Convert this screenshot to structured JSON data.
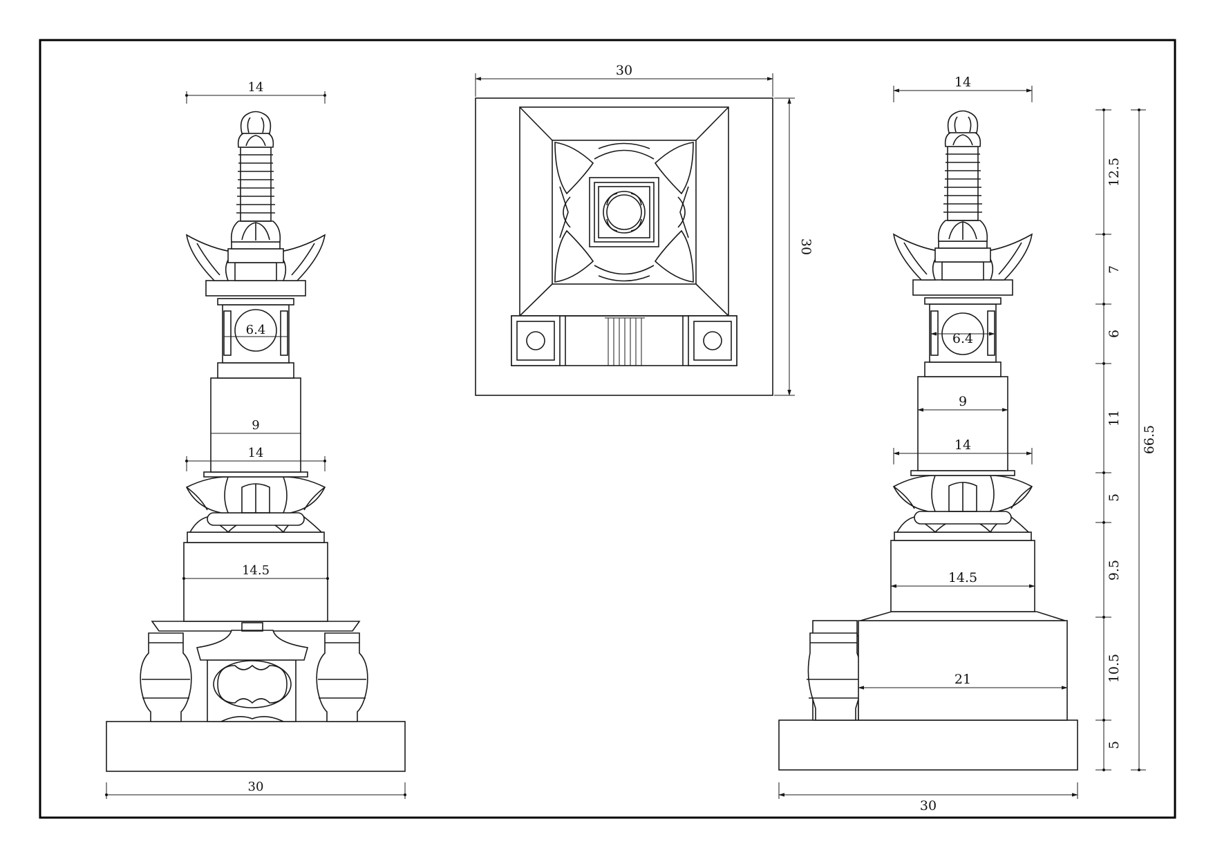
{
  "drawing": {
    "views": {
      "left_elevation": {
        "top_width": "14",
        "body_circle": "6.4",
        "column_width": "9",
        "lotus_width": "14",
        "plinth_width": "14.5",
        "base_width": "30"
      },
      "plan": {
        "top_width": "30",
        "side_height": "30"
      },
      "right_elevation": {
        "top_width": "14",
        "body_circle": "6.4",
        "column_width": "9",
        "lotus_width": "14",
        "plinth_width": "14.5",
        "pedestal_width": "21",
        "base_width": "30"
      }
    },
    "height_dimensions": [
      "12.5",
      "7",
      "6",
      "11",
      "5",
      "9.5",
      "10.5",
      "5"
    ],
    "total_height": "66.5"
  }
}
